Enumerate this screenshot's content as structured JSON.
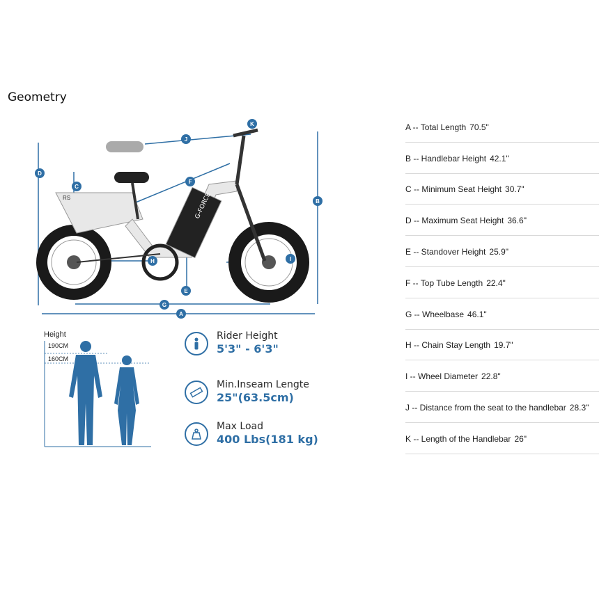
{
  "title": "Geometry",
  "bike": {
    "brand_text": "G-FORCE",
    "model_text": "RS",
    "markers": [
      "A",
      "B",
      "C",
      "D",
      "E",
      "F",
      "G",
      "H",
      "I",
      "J",
      "K"
    ]
  },
  "specs": [
    {
      "label": "A -- Total Length",
      "value": "70.5\""
    },
    {
      "label": "B -- Handlebar Height",
      "value": "42.1\""
    },
    {
      "label": "C -- Minimum Seat Height",
      "value": "30.7\""
    },
    {
      "label": "D -- Maximum Seat Height",
      "value": "36.6\""
    },
    {
      "label": "E -- Standover Height",
      "value": "25.9\""
    },
    {
      "label": "F -- Top Tube Length",
      "value": "22.4\""
    },
    {
      "label": "G -- Wheelbase",
      "value": "46.1\""
    },
    {
      "label": "H -- Chain Stay Length",
      "value": "19.7\""
    },
    {
      "label": "I -- Wheel Diameter",
      "value": "22.8\""
    },
    {
      "label": "J -- Distance from the seat to the handlebar",
      "value": "28.3\""
    },
    {
      "label": "K -- Length of the Handlebar",
      "value": "26\""
    }
  ],
  "height_chart": {
    "title": "Height",
    "tall": "190CM",
    "short": "160CM"
  },
  "info": [
    {
      "label": "Rider Height",
      "value": "5'3\" - 6'3\""
    },
    {
      "label": "Min.Inseam Lengte",
      "value": "25\"(63.5cm)"
    },
    {
      "label": "Max Load",
      "value": "400 Lbs(181 kg)"
    }
  ],
  "colors": {
    "accent": "#2f6fa5",
    "frame": "#e8e8e8",
    "tire": "#1a1a1a"
  }
}
